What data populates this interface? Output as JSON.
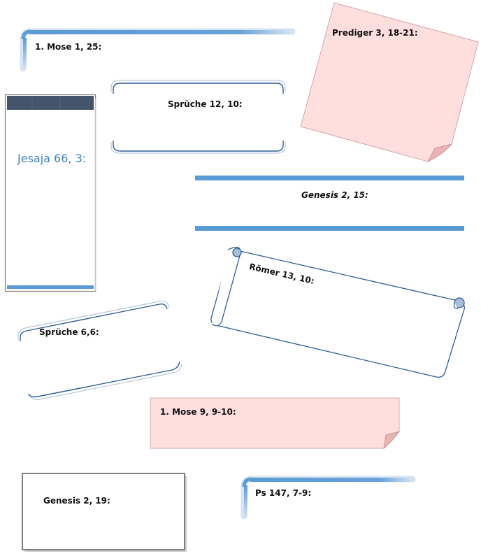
{
  "colors": {
    "accent_blue": "#5b9bd5",
    "dark_navy": "#44546a",
    "outline_blue": "#2e5f9a",
    "note_pink": "#ffdede",
    "note_border": "#d8a8a8",
    "frame_gray": "#7f7f7f",
    "text_blue": "#3f7fbf"
  },
  "boxes": {
    "mose_1_25": "1. Mose 1, 25:",
    "prediger": "Prediger 3, 18-21:",
    "sprueche_12_10": "Sprüche 12, 10:",
    "jesaja": "Jesaja 66, 3:",
    "genesis_2_15": "Genesis 2, 15:",
    "roemer": "Römer 13, 10:",
    "sprueche_6_6": "Sprüche 6,6:",
    "mose_9": "1. Mose 9, 9-10:",
    "genesis_2_19": "Genesis 2, 19:",
    "psalm": "Ps 147, 7-9:"
  }
}
